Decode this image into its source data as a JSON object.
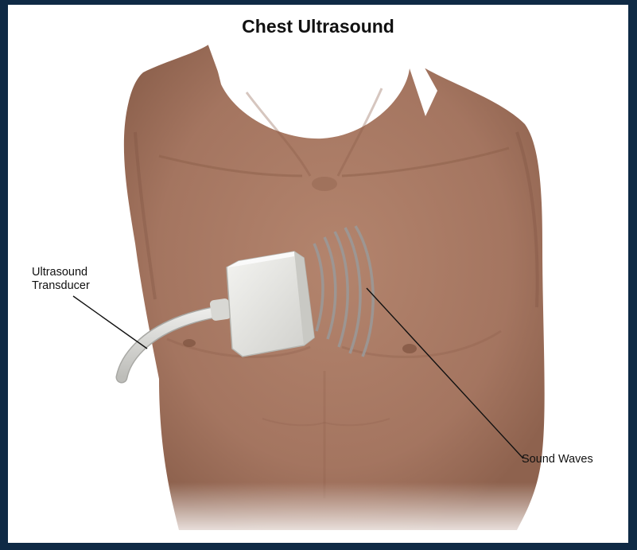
{
  "title": "Chest Ultrasound",
  "labels": {
    "transducer_line1": "Ultrasound",
    "transducer_line2": "Transducer",
    "sound_waves": "Sound Waves"
  },
  "colors": {
    "frame": "#0f2a45",
    "background": "#ffffff",
    "skin": "#a97a63",
    "skin_shadow": "#8a5d48",
    "skin_highlight": "#c29581",
    "probe": "#e9e9e6",
    "cable": "#dcdcd8",
    "sound_waves": "#9a9a9a",
    "leader_line": "#111111"
  },
  "icons": {
    "torso": "chest-torso-illustration",
    "probe": "ultrasound-probe-icon",
    "waves": "sound-wave-icon"
  }
}
